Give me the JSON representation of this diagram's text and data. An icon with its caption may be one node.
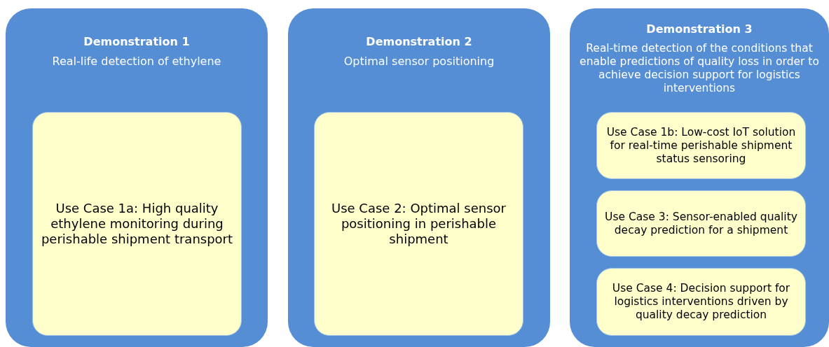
{
  "diagram": {
    "nodes": [
      {
        "text": [
          "Demonstration 1",
          "Real-life detection of ethylene"
        ]
      },
      {
        "text": [
          "Use Case 1a: High quality ethylene monitoring during perishable shipment transport"
        ],
        "in": 0
      },
      {
        "text": [
          "Demonstration 2",
          "Optimal sensor positioning"
        ]
      },
      {
        "text": [
          "Use Case 2: Optimal sensor positioning in perishable shipment"
        ],
        "in": 2
      },
      {
        "text": [
          "Demonstration 3",
          "Real-time detection of the conditions that enable predictions of quality loss in order to achieve decision support for logistics interventions"
        ]
      },
      {
        "text": [
          "Use Case 1b: Low-cost IoT solution for real-time perishable shipment status sensoring"
        ],
        "in": 4
      },
      {
        "text": [
          "Use Case 3: Sensor-enabled quality decay prediction for a shipment"
        ],
        "in": 4
      },
      {
        "text": [
          "Use Case 4: Decision support for logistics interventions driven by quality decay prediction"
        ],
        "in": 4
      }
    ]
  }
}
